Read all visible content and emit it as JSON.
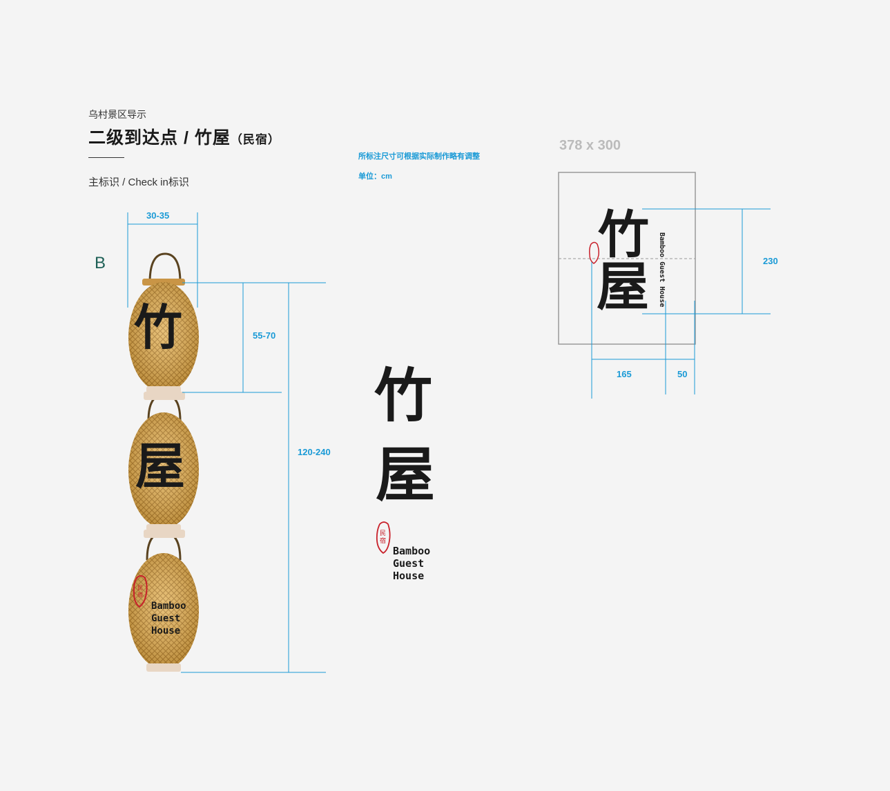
{
  "header": {
    "subtitle": "乌村景区导示",
    "title_main": "二级到达点 / 竹屋",
    "title_suffix": "（民宿）",
    "sign_label": "主标识 / Check in标识"
  },
  "notes": {
    "adjust_note": "所标注尺寸可根据实际制作略有调整",
    "unit_note": "单位：cm"
  },
  "variant_letter": "B",
  "lantern_dims": {
    "width": "30-35",
    "lantern_height": "55-70",
    "total_height": "120-240"
  },
  "lanterns": [
    {
      "char": "竹"
    },
    {
      "char": "屋"
    },
    {
      "english": [
        "Bamboo",
        "Guest",
        "House"
      ],
      "seal": "民宿"
    }
  ],
  "logo": {
    "char1": "竹",
    "char2": "屋",
    "seal": "民宿",
    "english": [
      "Bamboo",
      "Guest",
      "House"
    ]
  },
  "panel": {
    "size_label": "378 x 300",
    "vertical_english": "Bamboo Guest House",
    "dim_height": "230",
    "dim_width_left": "165",
    "dim_width_right": "50"
  },
  "colors": {
    "background": "#f4f4f4",
    "dimension_blue": "#1a9ad6",
    "bamboo": "#d9a441",
    "seal_red": "#c8202a",
    "letter_green": "#1d5f55"
  }
}
